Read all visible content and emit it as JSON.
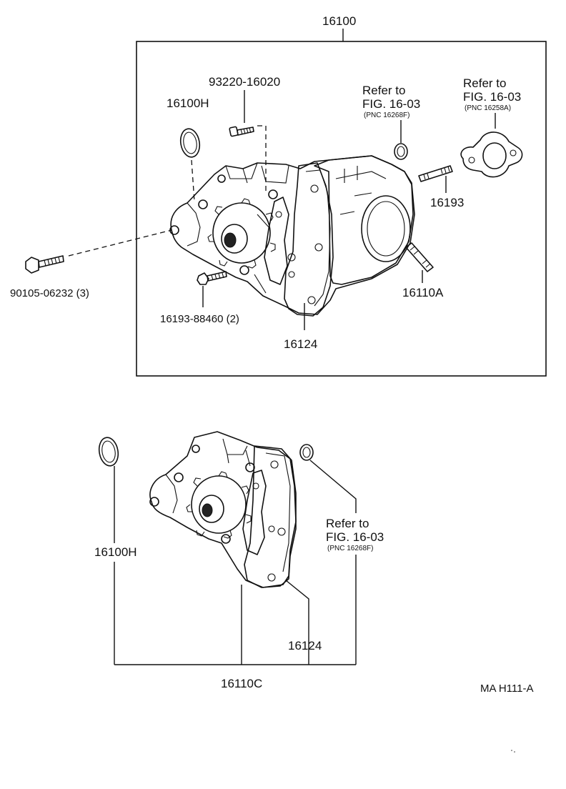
{
  "assembly_label": "16100",
  "top": {
    "labels": {
      "oring": "16100H",
      "bolt_top": "93220-16020",
      "ref1_line1": "Refer to",
      "ref1_line2": "FIG. 16-03",
      "ref1_line3": "(PNC 16268F)",
      "ref2_line1": "Refer to",
      "ref2_line2": "FIG. 16-03",
      "ref2_line3": "(PNC 16258A)",
      "stud_right": "16193",
      "bolt_left": "90105-06232 (3)",
      "stud_mid": "16110A",
      "bolt_bottom": "16193-88460 (2)",
      "gasket": "16124"
    }
  },
  "bottom": {
    "labels": {
      "oring": "16100H",
      "ref_line1": "Refer to",
      "ref_line2": "FIG. 16-03",
      "ref_line3": "(PNC 16268F)",
      "gasket": "16124",
      "pump": "16110C"
    }
  },
  "figure_code": "MA H111-A"
}
